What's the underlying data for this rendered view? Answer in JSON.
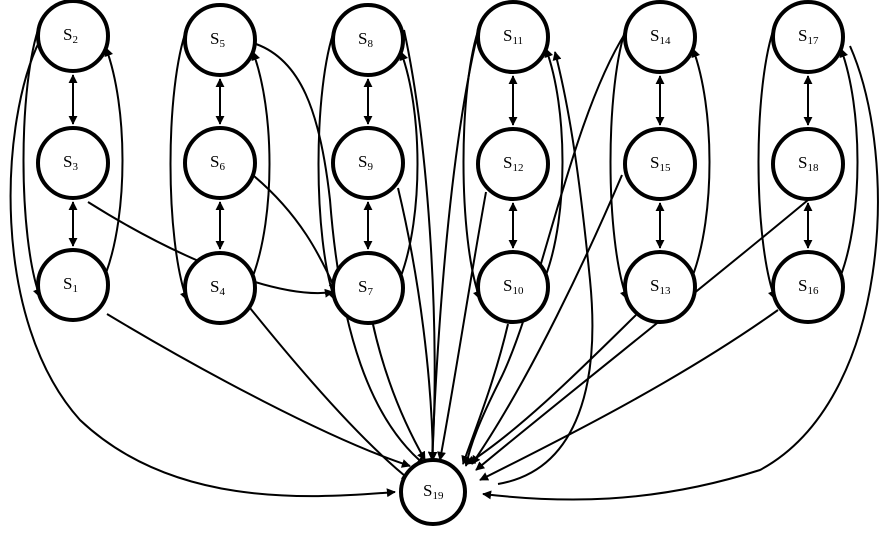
{
  "nodes": [
    {
      "id": "s1",
      "label": "S",
      "sub": "1"
    },
    {
      "id": "s2",
      "label": "S",
      "sub": "2"
    },
    {
      "id": "s3",
      "label": "S",
      "sub": "3"
    },
    {
      "id": "s4",
      "label": "S",
      "sub": "4"
    },
    {
      "id": "s5",
      "label": "S",
      "sub": "5"
    },
    {
      "id": "s6",
      "label": "S",
      "sub": "6"
    },
    {
      "id": "s7",
      "label": "S",
      "sub": "7"
    },
    {
      "id": "s8",
      "label": "S",
      "sub": "8"
    },
    {
      "id": "s9",
      "label": "S",
      "sub": "9"
    },
    {
      "id": "s10",
      "label": "S",
      "sub": "10"
    },
    {
      "id": "s11",
      "label": "S",
      "sub": "11"
    },
    {
      "id": "s12",
      "label": "S",
      "sub": "12"
    },
    {
      "id": "s13",
      "label": "S",
      "sub": "13"
    },
    {
      "id": "s14",
      "label": "S",
      "sub": "14"
    },
    {
      "id": "s15",
      "label": "S",
      "sub": "15"
    },
    {
      "id": "s16",
      "label": "S",
      "sub": "16"
    },
    {
      "id": "s17",
      "label": "S",
      "sub": "17"
    },
    {
      "id": "s18",
      "label": "S",
      "sub": "18"
    },
    {
      "id": "s19",
      "label": "S",
      "sub": "19"
    }
  ],
  "edges": [
    {
      "from": "s2",
      "to": "s3",
      "bidirectional": true
    },
    {
      "from": "s3",
      "to": "s1",
      "bidirectional": true
    },
    {
      "from": "s2",
      "to": "s1"
    },
    {
      "from": "s1",
      "to": "s2"
    },
    {
      "from": "s5",
      "to": "s6",
      "bidirectional": true
    },
    {
      "from": "s6",
      "to": "s4",
      "bidirectional": true
    },
    {
      "from": "s5",
      "to": "s4"
    },
    {
      "from": "s4",
      "to": "s5"
    },
    {
      "from": "s8",
      "to": "s9",
      "bidirectional": true
    },
    {
      "from": "s9",
      "to": "s7",
      "bidirectional": true
    },
    {
      "from": "s8",
      "to": "s7"
    },
    {
      "from": "s7",
      "to": "s8"
    },
    {
      "from": "s11",
      "to": "s12",
      "bidirectional": true
    },
    {
      "from": "s12",
      "to": "s10",
      "bidirectional": true
    },
    {
      "from": "s11",
      "to": "s10"
    },
    {
      "from": "s10",
      "to": "s11"
    },
    {
      "from": "s14",
      "to": "s15",
      "bidirectional": true
    },
    {
      "from": "s15",
      "to": "s13",
      "bidirectional": true
    },
    {
      "from": "s14",
      "to": "s13"
    },
    {
      "from": "s13",
      "to": "s14"
    },
    {
      "from": "s17",
      "to": "s18",
      "bidirectional": true
    },
    {
      "from": "s18",
      "to": "s16",
      "bidirectional": true
    },
    {
      "from": "s17",
      "to": "s16"
    },
    {
      "from": "s16",
      "to": "s17"
    },
    {
      "from": "s3",
      "to": "s7"
    },
    {
      "from": "s6",
      "to": "s7"
    },
    {
      "from": "s5",
      "to": "s19"
    },
    {
      "from": "s2",
      "to": "s19"
    },
    {
      "from": "s1",
      "to": "s19"
    },
    {
      "from": "s4",
      "to": "s19"
    },
    {
      "from": "s7",
      "to": "s19"
    },
    {
      "from": "s8",
      "to": "s19"
    },
    {
      "from": "s9",
      "to": "s19"
    },
    {
      "from": "s11",
      "to": "s19"
    },
    {
      "from": "s12",
      "to": "s19"
    },
    {
      "from": "s10",
      "to": "s19"
    },
    {
      "from": "s14",
      "to": "s19"
    },
    {
      "from": "s15",
      "to": "s19"
    },
    {
      "from": "s13",
      "to": "s19"
    },
    {
      "from": "s18",
      "to": "s19"
    },
    {
      "from": "s16",
      "to": "s19"
    },
    {
      "from": "s17",
      "to": "s19"
    },
    {
      "from": "s19",
      "to": "s11"
    }
  ]
}
